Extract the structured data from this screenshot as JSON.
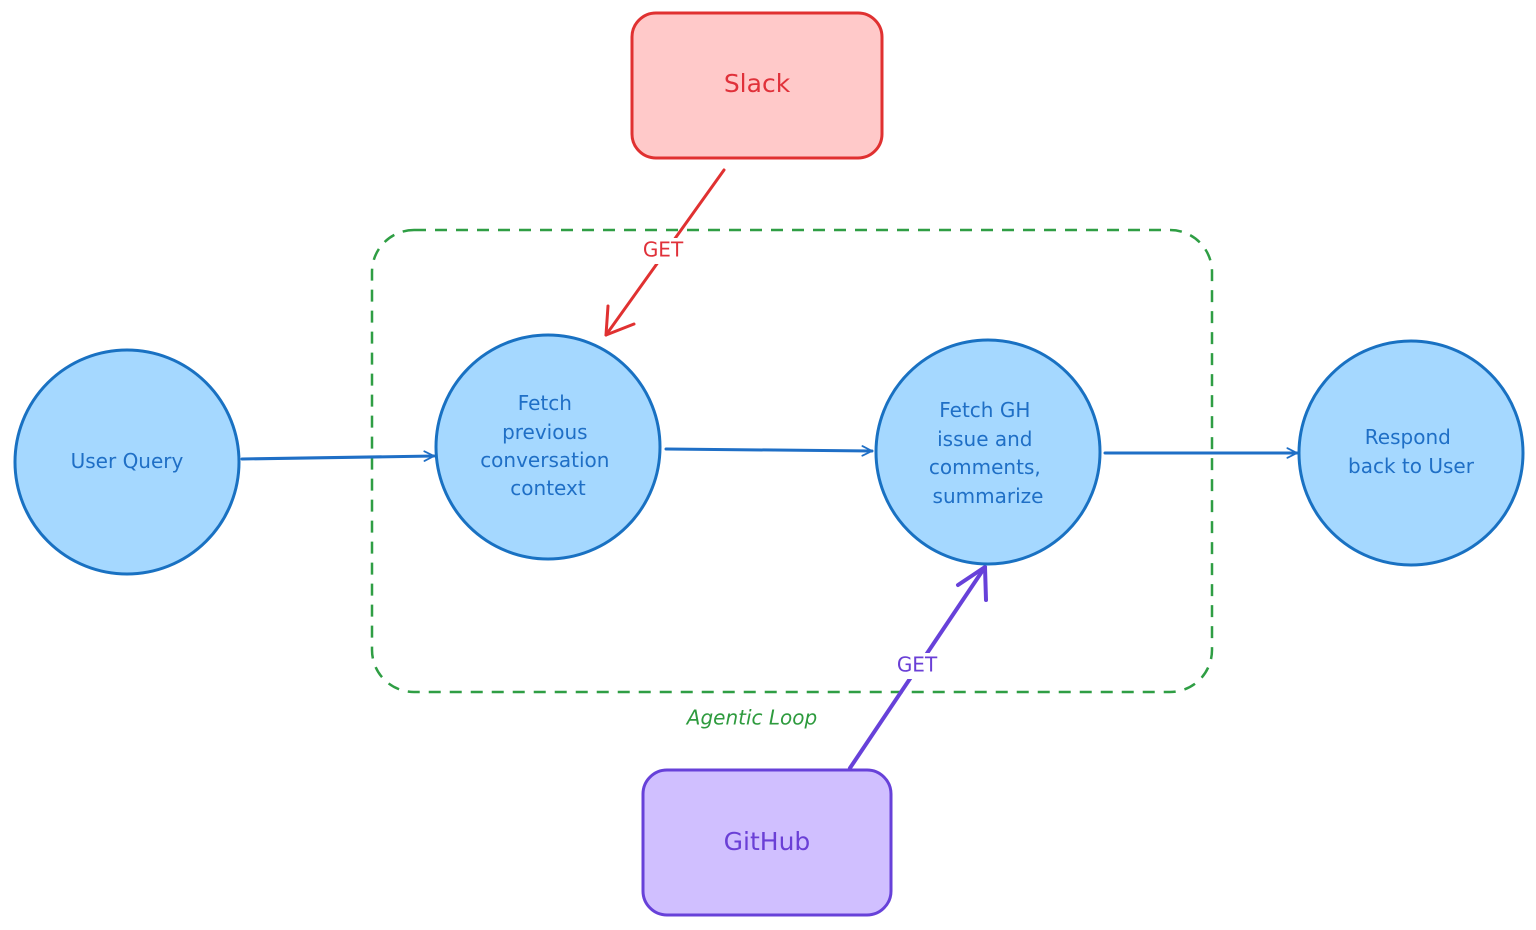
{
  "nodes": {
    "user_query": [
      "User Query"
    ],
    "fetch_context": [
      "Fetch",
      "previous",
      "conversation",
      "context"
    ],
    "fetch_gh": [
      "Fetch GH",
      "issue and",
      "comments,",
      "summarize"
    ],
    "respond": [
      "Respond",
      "back to User"
    ]
  },
  "sources": {
    "slack": "Slack",
    "github": "GitHub"
  },
  "edges": {
    "slack_get": "GET",
    "github_get": "GET"
  },
  "group": {
    "label": "Agentic Loop"
  },
  "colors": {
    "node_fill": "#a5d8ff",
    "node_stroke": "#1971c2",
    "slack_fill": "#ffc9c9",
    "slack_stroke": "#e03131",
    "github_fill": "#d0bfff",
    "github_stroke": "#6741d9",
    "loop_stroke": "#2f9e44"
  }
}
